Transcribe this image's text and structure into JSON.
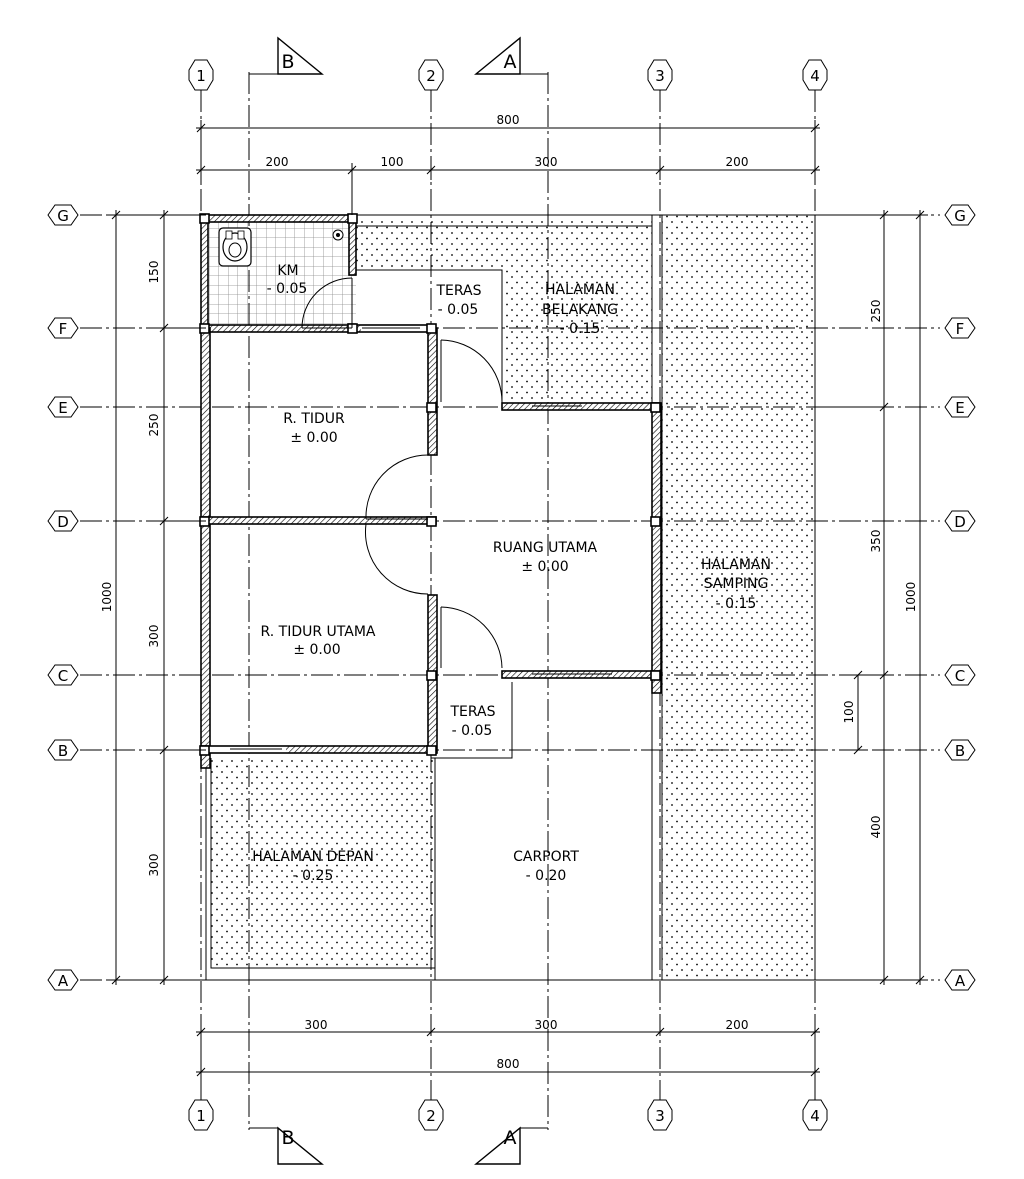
{
  "grid_labels": {
    "columns": [
      "1",
      "2",
      "3",
      "4"
    ],
    "rows": [
      "G",
      "F",
      "E",
      "D",
      "C",
      "B",
      "A"
    ]
  },
  "section_markers": {
    "b": "B",
    "a": "A"
  },
  "dimensions": {
    "top_total": "800",
    "top_segments": [
      "200",
      "100",
      "300",
      "200"
    ],
    "bottom_segments": [
      "300",
      "300",
      "200"
    ],
    "bottom_total": "800",
    "left_total": "1000",
    "left_segments": [
      "150",
      "250",
      "300",
      "300"
    ],
    "right_total": "1000",
    "right_segments": [
      "250",
      "350",
      "400"
    ],
    "right_inner": "100"
  },
  "rooms": {
    "km": {
      "name": "KM",
      "level": "- 0.05"
    },
    "teras_back": {
      "name": "TERAS",
      "level": "- 0.05"
    },
    "halaman_belakang": {
      "name": "HALAMAN",
      "name2": "BELAKANG",
      "level": "- 0.15"
    },
    "r_tidur": {
      "name": "R. TIDUR",
      "level": "± 0.00"
    },
    "ruang_utama": {
      "name": "RUANG UTAMA",
      "level": "± 0.00"
    },
    "halaman_samping": {
      "name": "HALAMAN",
      "name2": "SAMPING",
      "level": "- 0.15"
    },
    "r_tidur_utama": {
      "name": "R. TIDUR UTAMA",
      "level": "± 0.00"
    },
    "teras_front": {
      "name": "TERAS",
      "level": "- 0.05"
    },
    "halaman_depan": {
      "name": "HALAMAN DEPAN",
      "level": "- 0.25"
    },
    "carport": {
      "name": "CARPORT",
      "level": "- 0.20"
    }
  },
  "colors": {
    "line": "#000000",
    "background": "#ffffff",
    "tile_grid": "#8a8a8a",
    "dot_pattern": "#000000"
  },
  "icons": [
    "squat-toilet-icon",
    "floor-drain-icon"
  ]
}
